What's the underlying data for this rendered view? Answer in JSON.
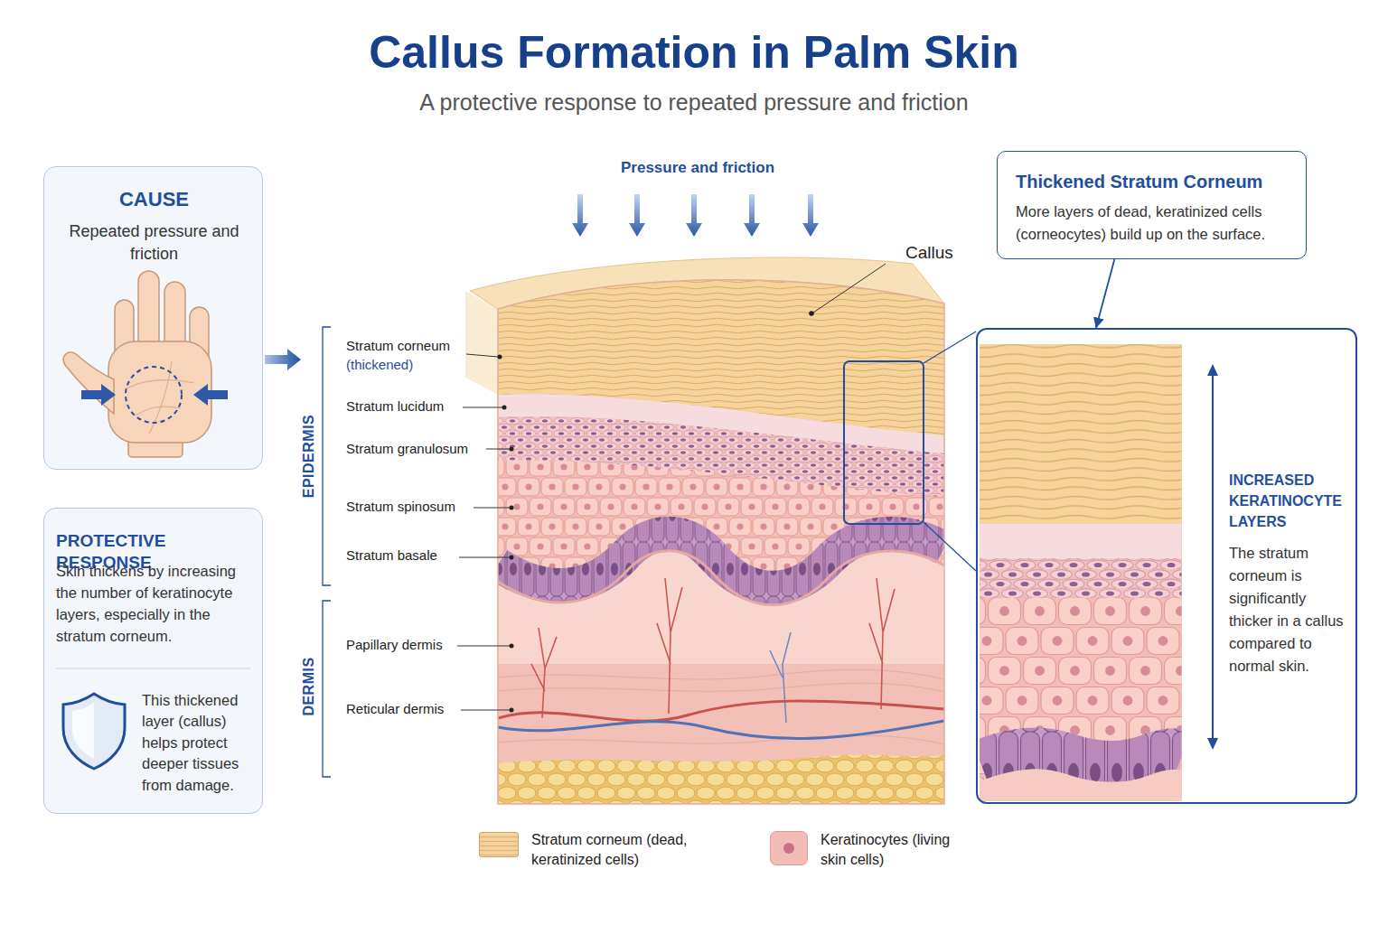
{
  "diagram": {
    "title": "Callus Formation in Palm Skin",
    "caption": "A protective response to repeated pressure and friction",
    "nodes": [
      {
        "text": [
          "CAUSE",
          "Repeated pressure and friction"
        ]
      },
      {
        "text": [
          "PROTECTIVE RESPONSE",
          "Skin thickens by increasing the number of keratinocyte layers, especially in the stratum corneum.",
          "This thickened layer (callus) helps protect deeper tissues from damage."
        ]
      },
      {
        "text": [
          "Thickened Stratum Corneum",
          "More layers of dead, keratinized cells (corneocytes) build up on the surface."
        ]
      },
      {
        "text": [
          "INCREASED KERATINOCYTE LAYERS",
          "The stratum corneum is significantly thicker in a callus compared to normal skin."
        ]
      }
    ],
    "edges": [
      {
        "from": 2,
        "to": 3,
        "arrow": "to"
      }
    ],
    "labels": [
      "Pressure and friction",
      "Callus",
      "Stratum corneum",
      "(thickened)",
      "Stratum lucidum",
      "Stratum granulosum",
      "Stratum spinosum",
      "Stratum basale",
      "Papillary dermis",
      "Reticular dermis",
      "EPIDERMIS",
      "DERMIS"
    ],
    "legend": [
      {
        "text": "Stratum corneum (dead, keratinized cells)",
        "color": "#f2d29a"
      },
      {
        "text": "Keratinocytes (living skin cells)",
        "color": "#f4bcb6"
      }
    ]
  }
}
